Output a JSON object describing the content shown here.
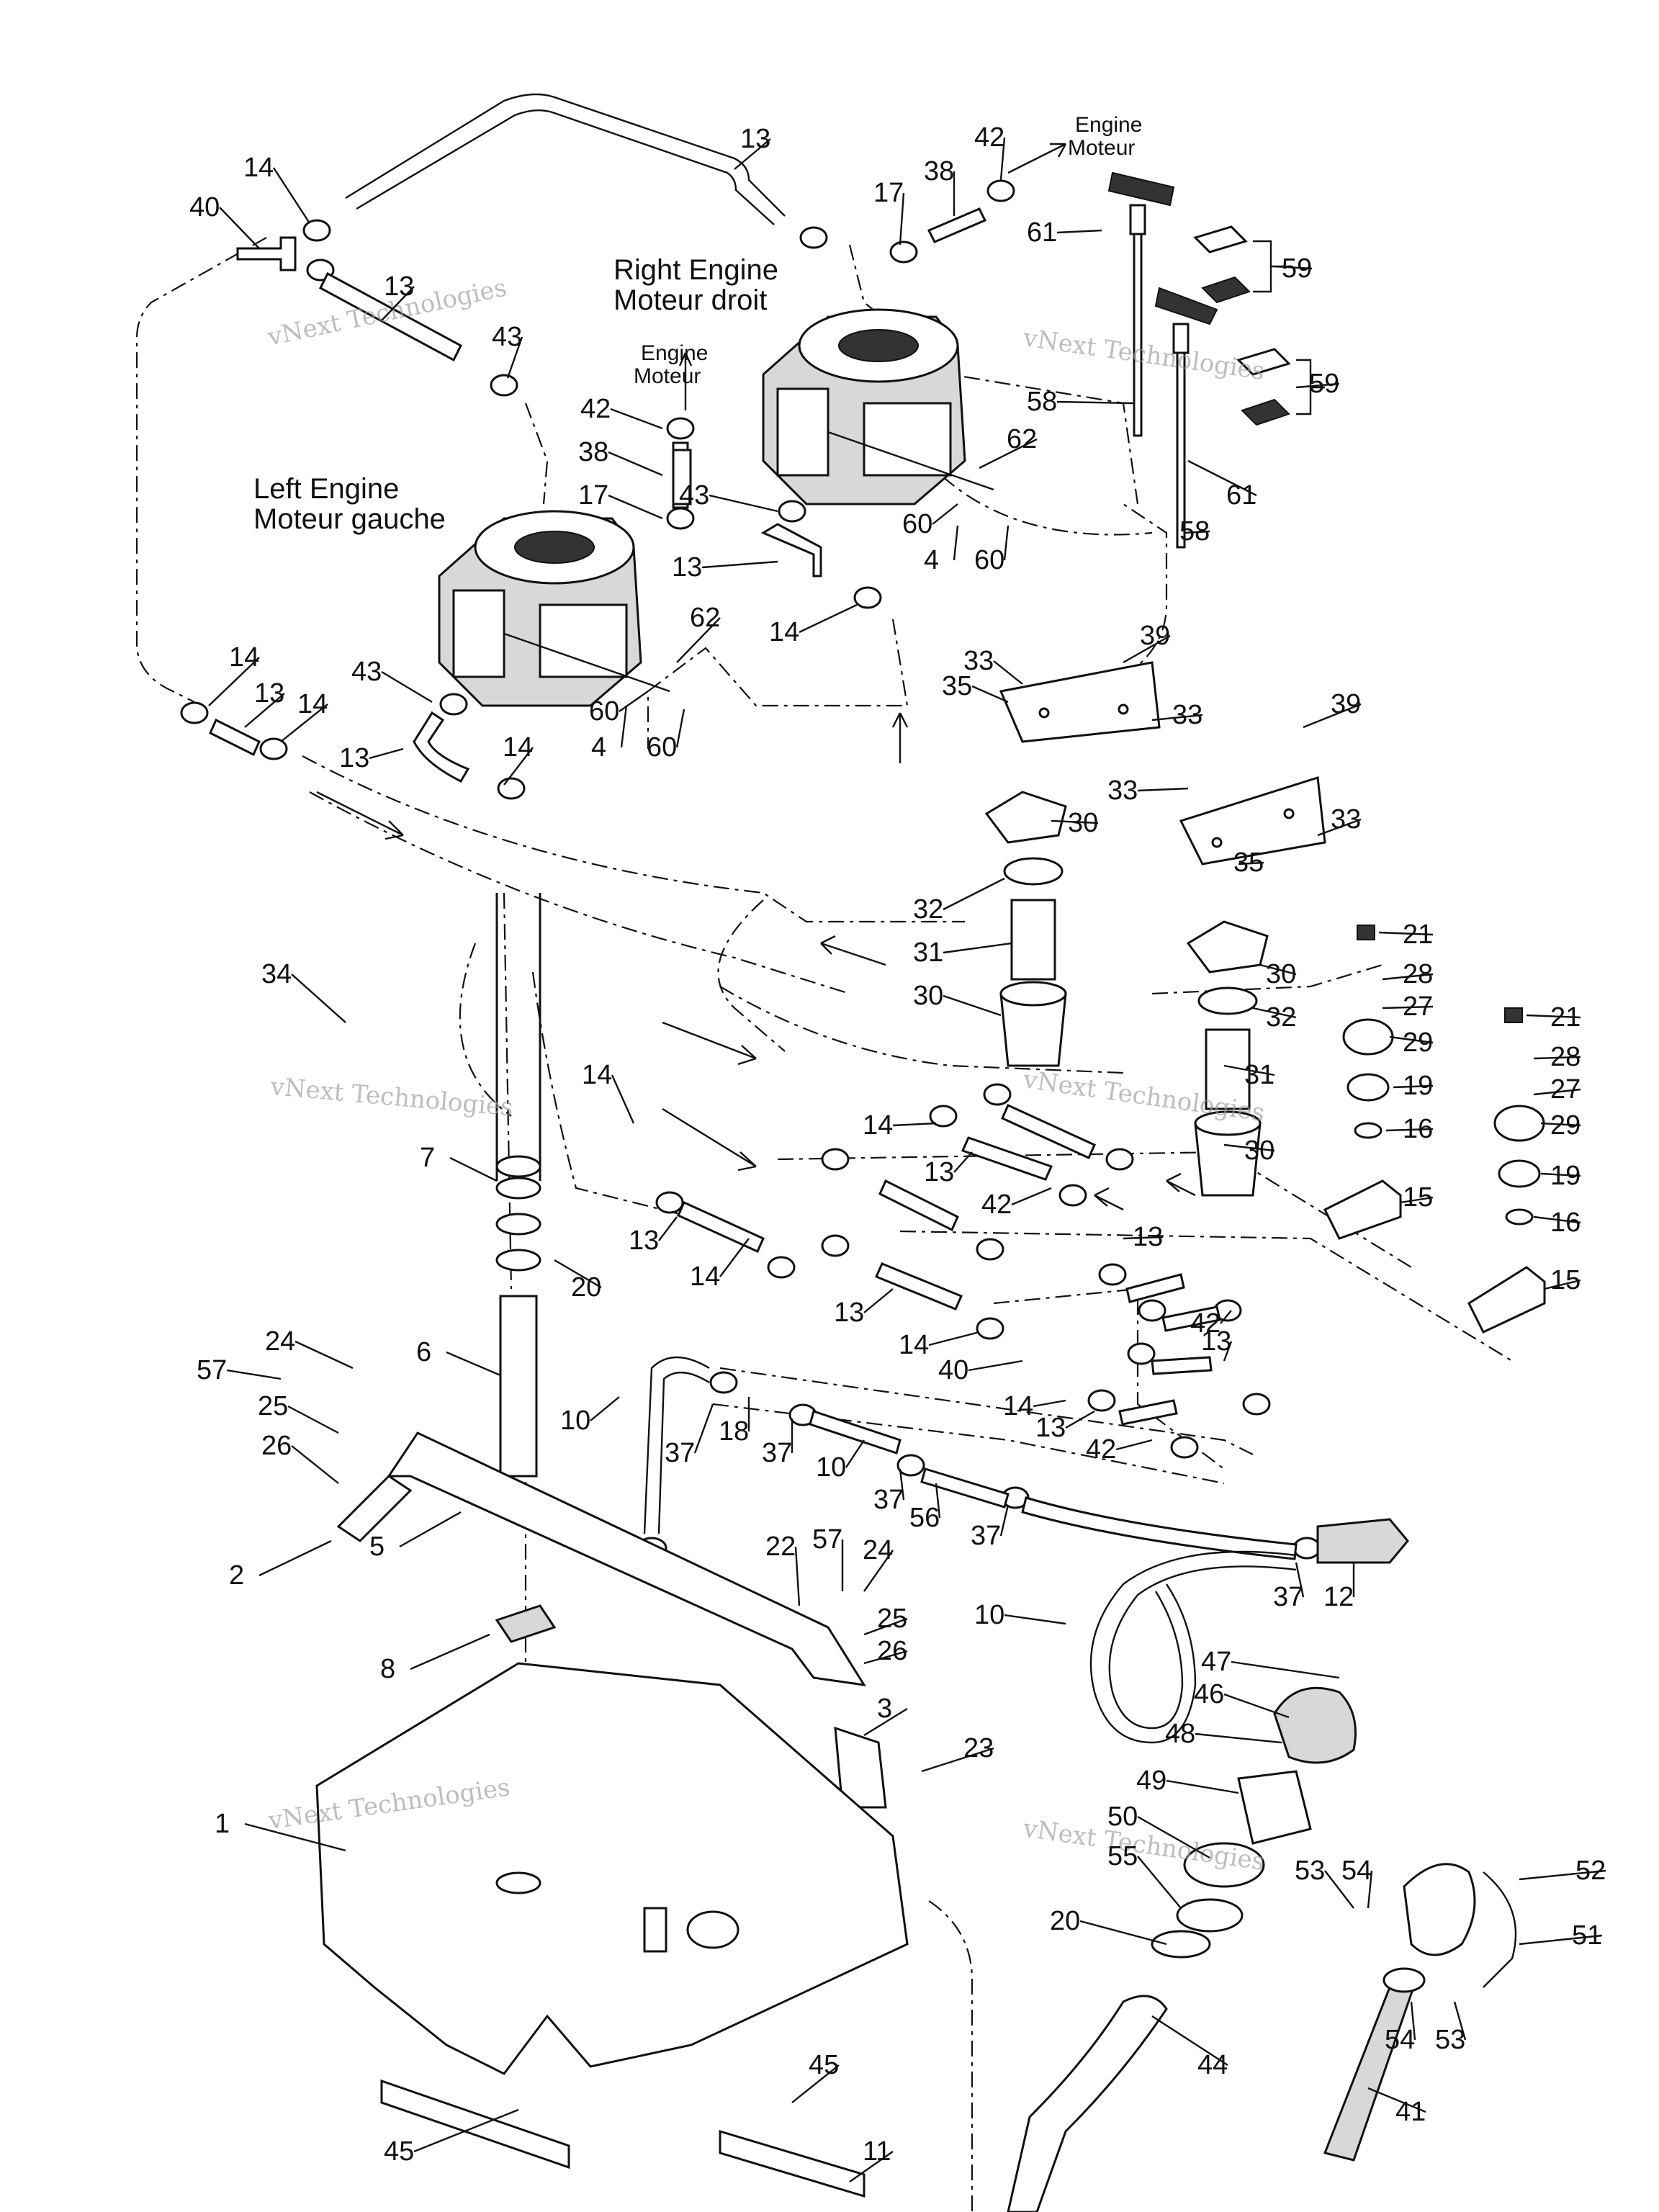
{
  "headings": {
    "right_en": "Right Engine",
    "right_fr": "Moteur droit",
    "left_en": "Left Engine",
    "left_fr": "Moteur gauche",
    "engine_en": "Engine",
    "engine_fr": "Moteur"
  },
  "watermark": {
    "line1": "vNext",
    "line2": "vNext Technologies",
    "line3": "Technologies"
  },
  "callouts": [
    "1",
    "2",
    "3",
    "4",
    "5",
    "6",
    "7",
    "8",
    "10",
    "11",
    "12",
    "13",
    "14",
    "15",
    "16",
    "17",
    "18",
    "19",
    "20",
    "21",
    "22",
    "23",
    "24",
    "25",
    "26",
    "27",
    "28",
    "29",
    "30",
    "31",
    "32",
    "33",
    "34",
    "35",
    "37",
    "38",
    "39",
    "40",
    "41",
    "42",
    "43",
    "44",
    "45",
    "46",
    "47",
    "48",
    "49",
    "50",
    "51",
    "52",
    "53",
    "54",
    "55",
    "56",
    "57",
    "58",
    "59",
    "60",
    "61",
    "62"
  ],
  "colors": {
    "ink": "#111111",
    "paper": "#ffffff",
    "watermark": "#9a9a9a"
  }
}
